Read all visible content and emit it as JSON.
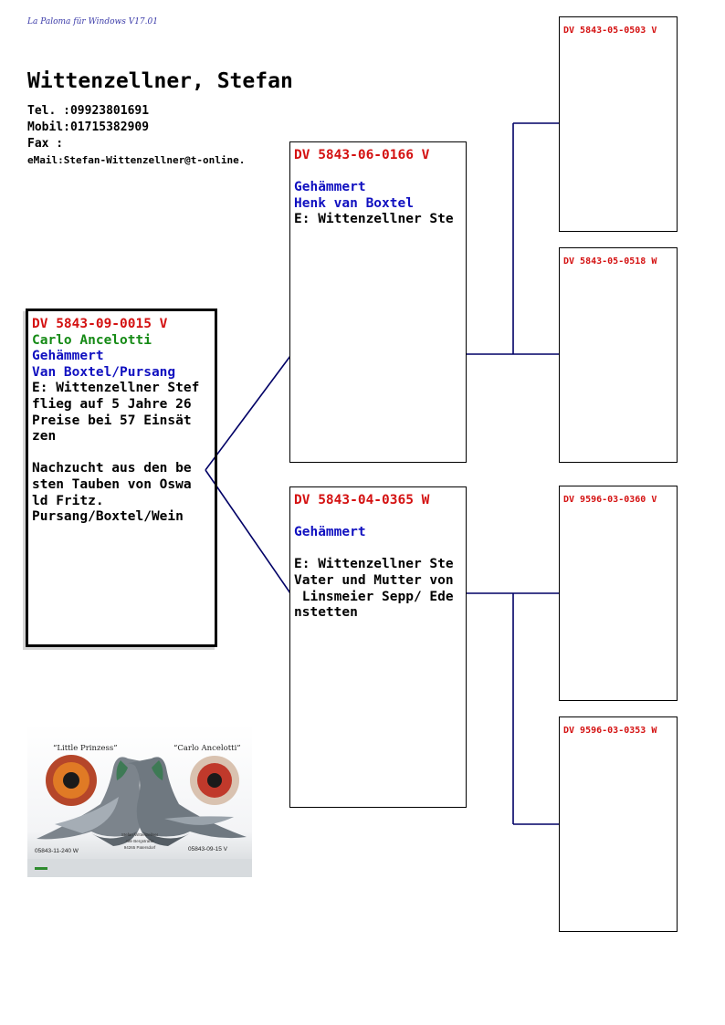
{
  "header": {
    "app_name": "La Paloma für Windows V17.01",
    "owner_name": "Wittenzellner, Stefan",
    "tel": "Tel. :09923801691",
    "mobil": "Mobil:01715382909",
    "fax": "Fax  :",
    "email": "eMail:Stefan-Wittenzellner@t-online."
  },
  "subject": {
    "ring": "DV 5843-09-0015 V",
    "name": "Carlo Ancelotti",
    "color": "Gehämmert",
    "breeder": "Van Boxtel/Pursang",
    "notes": [
      "E: Wittenzellner Stef",
      "flieg auf 5 Jahre 26",
      "Preise bei 57 Einsät",
      "zen",
      "",
      "Nachzucht aus den be",
      "sten Tauben von Oswa",
      "ld Fritz.",
      "Pursang/Boxtel/Wein"
    ]
  },
  "father": {
    "ring": "DV 5843-06-0166 V",
    "color": "Gehämmert",
    "breeder": "Henk van Boxtel",
    "notes": [
      "E: Wittenzellner Ste"
    ]
  },
  "mother": {
    "ring": "DV 5843-04-0365 W",
    "color": "Gehämmert",
    "notes": [
      "E: Wittenzellner Ste",
      "Vater und Mutter von",
      " Linsmeier Sepp/ Ede",
      "nstetten"
    ]
  },
  "grandparents": {
    "ff": "DV 5843-05-0503 V",
    "fm": "DV 5843-05-0518 W",
    "mf": "DV 9596-03-0360 V",
    "mm": "DV 9596-03-0353 W"
  },
  "photo": {
    "left_name": "“Little Prinzess”",
    "right_name": "“Carlo Ancelotti”",
    "left_ring": "05843-11-240 W",
    "right_ring": "05843-09-15 V",
    "center_text": [
      "Stefan Wittenzellner",
      "Alle Bergstraße",
      "94265 Patersdorf"
    ]
  },
  "colors": {
    "ring": "#d41111",
    "name": "#158a15",
    "color_breeder": "#1010c0",
    "connector": "#000066"
  }
}
